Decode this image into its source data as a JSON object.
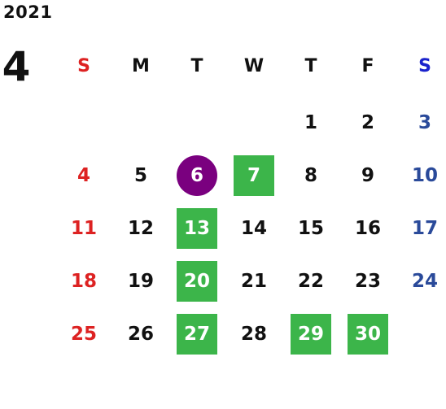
{
  "calendar": {
    "year": "2021",
    "month": "4",
    "weekdays": [
      "S",
      "M",
      "T",
      "W",
      "T",
      "F",
      "S"
    ],
    "weeks": [
      [
        "",
        "",
        "",
        "",
        "1",
        "2",
        "3"
      ],
      [
        "4",
        "5",
        "6",
        "7",
        "8",
        "9",
        "10"
      ],
      [
        "11",
        "12",
        "13",
        "14",
        "15",
        "16",
        "17"
      ],
      [
        "18",
        "19",
        "20",
        "21",
        "22",
        "23",
        "24"
      ],
      [
        "25",
        "26",
        "27",
        "28",
        "29",
        "30",
        ""
      ]
    ],
    "today": "6",
    "highlighted_days": [
      "7",
      "13",
      "20",
      "27",
      "29",
      "30"
    ],
    "colors": {
      "sunday": "#dd2222",
      "saturday_header": "#1a22cc",
      "saturday": "#2a4a9a",
      "highlight": "#3cb54a",
      "today": "#7a007f"
    }
  }
}
